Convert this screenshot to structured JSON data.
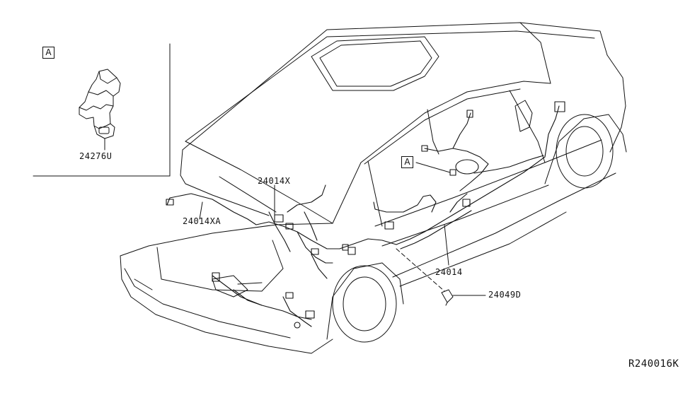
{
  "diagram": {
    "inset_label": "A",
    "callout_label": "A",
    "parts": {
      "p1": "24276U",
      "p2": "24014X",
      "p3": "24014XA",
      "p4": "24014",
      "p5": "24049D"
    },
    "reference_code": "R240016K"
  }
}
